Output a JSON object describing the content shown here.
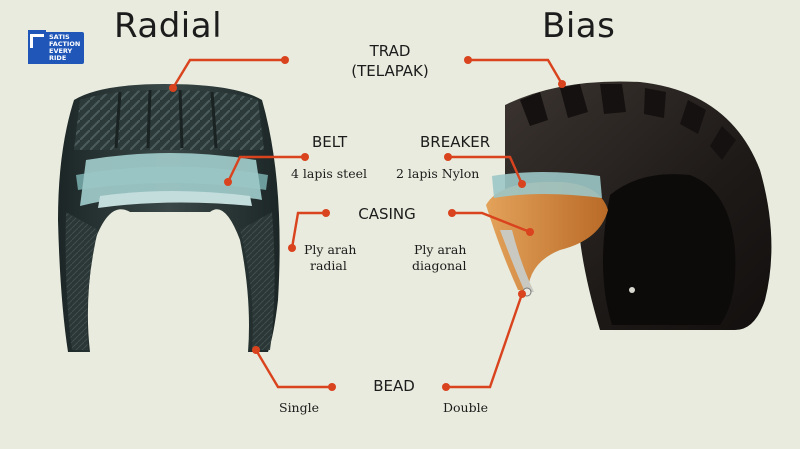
{
  "logo": {
    "lines": [
      "SATIS",
      "FACTION",
      "EVERY",
      "RIDE"
    ]
  },
  "titles": {
    "left": "Radial",
    "right": "Bias"
  },
  "labels": {
    "tread_1": "TRAD",
    "tread_2": "(TELAPAK)",
    "belt": "BELT",
    "belt_desc": "4 lapis steel",
    "breaker": "BREAKER",
    "breaker_desc": "2 lapis Nylon",
    "casing": "CASING",
    "radial_ply_1": "Ply arah",
    "radial_ply_2": "radial",
    "bias_ply_1": "Ply arah",
    "bias_ply_2": "diagonal",
    "bead": "BEAD",
    "bead_radial": "Single",
    "bead_bias": "Double"
  },
  "colors": {
    "background": "#e8ebdd",
    "leader": "#d9431e",
    "tire": "#2a3434",
    "belt_layer": "#9cc7c6",
    "bias_casing": "#d58a3a",
    "logo": "#1f56b8"
  }
}
